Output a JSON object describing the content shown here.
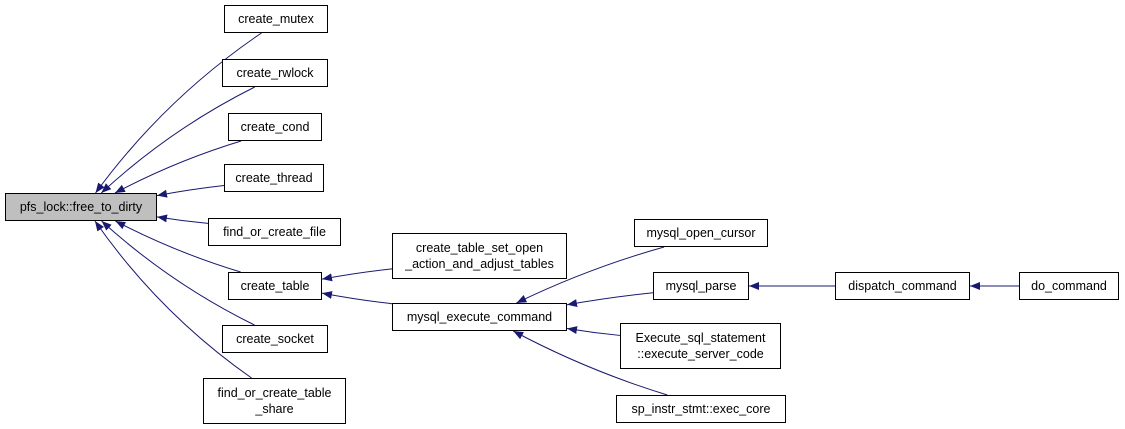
{
  "colors": {
    "edge": "#191970",
    "root_fill": "#bfbfbf",
    "node_fill": "#ffffff",
    "border": "#000000"
  },
  "nodes": {
    "free_to_dirty": [
      "pfs_lock::free_to_dirty"
    ],
    "create_mutex": [
      "create_mutex"
    ],
    "create_rwlock": [
      "create_rwlock"
    ],
    "create_cond": [
      "create_cond"
    ],
    "create_thread": [
      "create_thread"
    ],
    "find_or_create_file": [
      "find_or_create_file"
    ],
    "create_table": [
      "create_table"
    ],
    "create_socket": [
      "create_socket"
    ],
    "find_or_create_table_share": [
      "find_or_create_table",
      "_share"
    ],
    "create_table_set_open": [
      "create_table_set_open",
      "_action_and_adjust_tables"
    ],
    "mysql_execute_command": [
      "mysql_execute_command"
    ],
    "mysql_open_cursor": [
      "mysql_open_cursor"
    ],
    "mysql_parse": [
      "mysql_parse"
    ],
    "execute_sql_statement": [
      "Execute_sql_statement",
      "::execute_server_code"
    ],
    "sp_instr_stmt": [
      "sp_instr_stmt::exec_core"
    ],
    "dispatch_command": [
      "dispatch_command"
    ],
    "do_command": [
      "do_command"
    ]
  },
  "edges": [
    [
      "create_mutex",
      "free_to_dirty"
    ],
    [
      "create_rwlock",
      "free_to_dirty"
    ],
    [
      "create_cond",
      "free_to_dirty"
    ],
    [
      "create_thread",
      "free_to_dirty"
    ],
    [
      "find_or_create_file",
      "free_to_dirty"
    ],
    [
      "create_table",
      "free_to_dirty"
    ],
    [
      "create_socket",
      "free_to_dirty"
    ],
    [
      "find_or_create_table_share",
      "free_to_dirty"
    ],
    [
      "create_table_set_open",
      "create_table"
    ],
    [
      "mysql_execute_command",
      "create_table"
    ],
    [
      "mysql_open_cursor",
      "mysql_execute_command"
    ],
    [
      "mysql_parse",
      "mysql_execute_command"
    ],
    [
      "execute_sql_statement",
      "mysql_execute_command"
    ],
    [
      "sp_instr_stmt",
      "mysql_execute_command"
    ],
    [
      "dispatch_command",
      "mysql_parse"
    ],
    [
      "do_command",
      "dispatch_command"
    ]
  ]
}
